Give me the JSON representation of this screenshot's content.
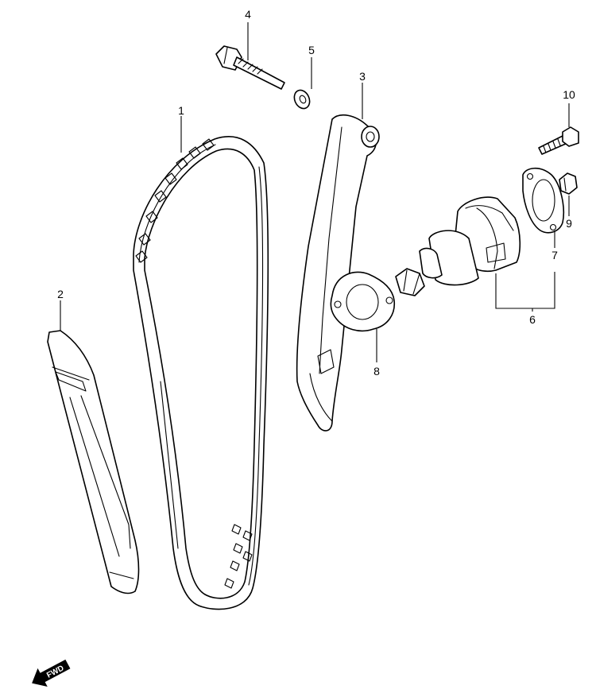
{
  "callouts": [
    {
      "id": "1",
      "label": "1",
      "part": "cam-chain"
    },
    {
      "id": "2",
      "label": "2",
      "part": "chain-guide"
    },
    {
      "id": "3",
      "label": "3",
      "part": "chain-tensioner-arm"
    },
    {
      "id": "4",
      "label": "4",
      "part": "pivot-bolt"
    },
    {
      "id": "5",
      "label": "5",
      "part": "washer"
    },
    {
      "id": "6",
      "label": "6",
      "part": "tensioner-adjuster-assembly"
    },
    {
      "id": "7",
      "label": "7",
      "part": "adjuster-gasket"
    },
    {
      "id": "8",
      "label": "8",
      "part": "tensioner-gasket"
    },
    {
      "id": "9",
      "label": "9",
      "part": "cap-nut"
    },
    {
      "id": "10",
      "label": "10",
      "part": "mounting-bolt"
    }
  ],
  "fwd": {
    "label": "FWD",
    "icon": "fwd-arrow-icon"
  },
  "colors": {
    "line": "#000000",
    "background": "#ffffff"
  }
}
